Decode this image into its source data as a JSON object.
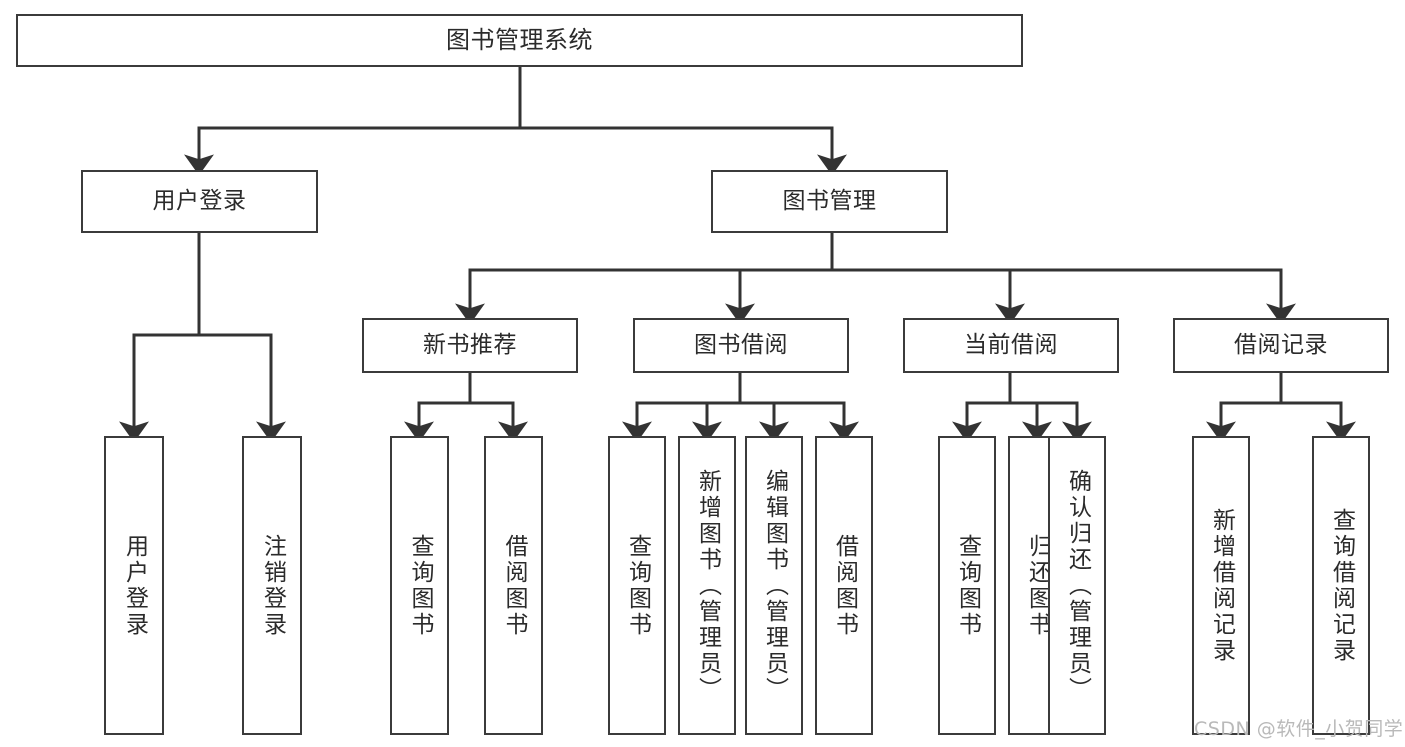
{
  "diagram": {
    "type": "tree",
    "title": "图书管理系统",
    "root": {
      "label": "图书管理系统"
    },
    "level2": [
      {
        "label": "用户登录"
      },
      {
        "label": "图书管理"
      }
    ],
    "level3": [
      {
        "label": "新书推荐"
      },
      {
        "label": "图书借阅"
      },
      {
        "label": "当前借阅"
      },
      {
        "label": "借阅记录"
      }
    ],
    "leaves": {
      "user_login": [
        {
          "label": "用户登录"
        },
        {
          "label": "注销登录"
        }
      ],
      "new_book_recommend": [
        {
          "label": "查询图书"
        },
        {
          "label": "借阅图书"
        }
      ],
      "book_borrow": [
        {
          "label": "查询图书"
        },
        {
          "label": "新增图书（管理员）"
        },
        {
          "label": "编辑图书（管理员）"
        },
        {
          "label": "借阅图书"
        }
      ],
      "current_borrow": [
        {
          "label": "查询图书"
        },
        {
          "label": "归还图书"
        },
        {
          "label": "确认归还（管理员）"
        }
      ],
      "borrow_record": [
        {
          "label": "新增借阅记录"
        },
        {
          "label": "查询借阅记录"
        }
      ]
    }
  },
  "watermark": {
    "text": "CSDN @软件_小贺同学"
  },
  "colors": {
    "border": "#3b3b3b",
    "text": "#2b2b2b",
    "background": "#ffffff",
    "connector": "#333333",
    "watermark": "#b9b9b9"
  }
}
